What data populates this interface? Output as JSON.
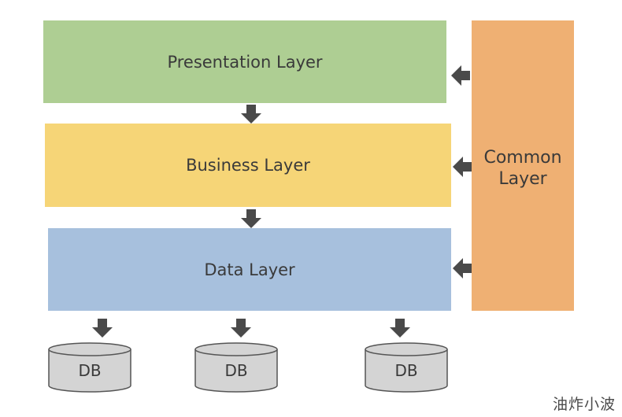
{
  "layers": {
    "presentation": "Presentation Layer",
    "business": "Business Layer",
    "data": "Data Layer",
    "common": "Common Layer"
  },
  "databases": [
    "DB",
    "DB",
    "DB"
  ],
  "watermark": "油炸小波",
  "colors": {
    "presentation": "#aece93",
    "business": "#f6d577",
    "data": "#a7c0dd",
    "common": "#efb073",
    "arrow": "#4a4a4a",
    "db_fill": "#d4d4d4",
    "db_stroke": "#555555"
  },
  "icons": [
    "arrow-down-icon",
    "arrow-left-icon",
    "database-cylinder-icon"
  ]
}
